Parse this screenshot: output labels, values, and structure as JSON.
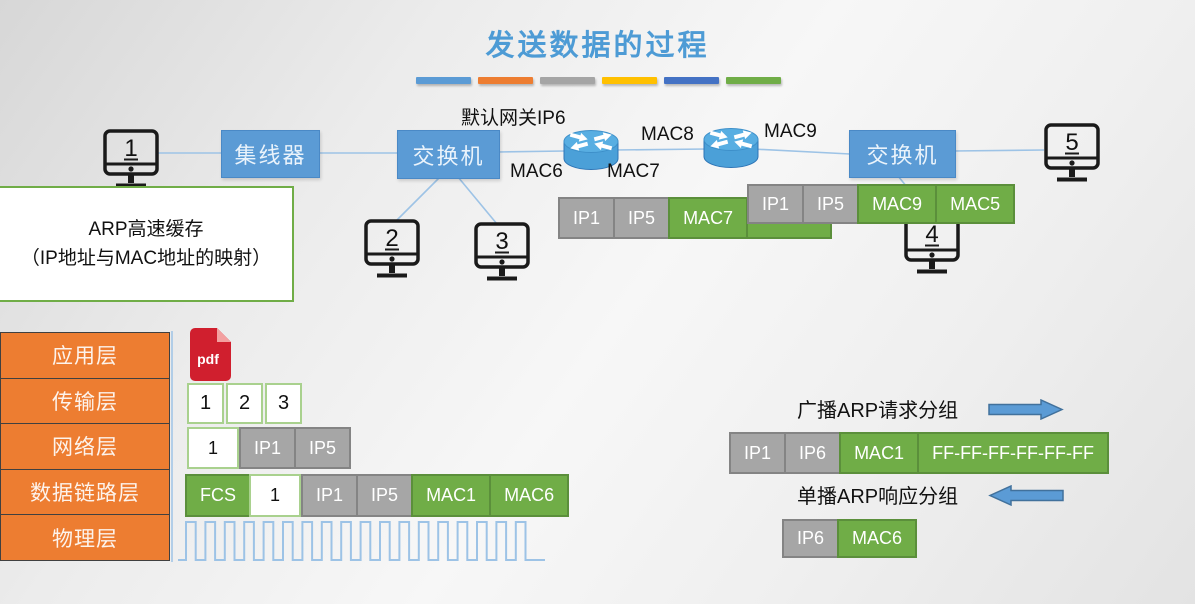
{
  "title": "发送数据的过程",
  "accent_bars": [
    "#5B9BD5",
    "#ED7D31",
    "#A5A5A5",
    "#FFC000",
    "#4472C4",
    "#70AD47"
  ],
  "topology": {
    "gateway_label": "默认网关IP6",
    "hub_label": "集线器",
    "switch1_label": "交换机",
    "switch2_label": "交换机",
    "mac_labels": {
      "mac6": "MAC6",
      "mac7": "MAC7",
      "mac8": "MAC8",
      "mac9": "MAC9"
    },
    "computers": [
      "1",
      "2",
      "3",
      "4",
      "5"
    ]
  },
  "arp_cache_box": {
    "line1": "ARP高速缓存",
    "line2": "（IP地址与MAC地址的映射）"
  },
  "frame_after_router1": {
    "cells": [
      {
        "label": "IP1",
        "type": "gray"
      },
      {
        "label": "IP5",
        "type": "gray"
      },
      {
        "label": "MAC7",
        "type": "green mac"
      },
      {
        "label": "",
        "type": "green wide"
      }
    ]
  },
  "frame_after_router2": {
    "cells": [
      {
        "label": "IP1",
        "type": "gray"
      },
      {
        "label": "IP5",
        "type": "gray"
      },
      {
        "label": "MAC9",
        "type": "green mac"
      },
      {
        "label": "MAC5",
        "type": "green mac"
      }
    ]
  },
  "layers": [
    "应用层",
    "传输层",
    "网络层",
    "数据链路层",
    "物理层"
  ],
  "pdf_icon_label": "pdf",
  "transport_segments": [
    "1",
    "2",
    "3"
  ],
  "network_frame": [
    {
      "label": "1",
      "type": "white"
    },
    {
      "label": "IP1",
      "type": "gray"
    },
    {
      "label": "IP5",
      "type": "gray"
    }
  ],
  "datalink_frame": [
    {
      "label": "FCS",
      "type": "green"
    },
    {
      "label": "1",
      "type": "white"
    },
    {
      "label": "IP1",
      "type": "gray"
    },
    {
      "label": "IP5",
      "type": "gray"
    },
    {
      "label": "MAC1",
      "type": "green mac"
    },
    {
      "label": "MAC6",
      "type": "green mac"
    }
  ],
  "arp_request": {
    "label": "广播ARP请求分组",
    "cells": [
      {
        "label": "IP1",
        "type": "gray"
      },
      {
        "label": "IP6",
        "type": "gray"
      },
      {
        "label": "MAC1",
        "type": "green mac"
      },
      {
        "label": "FF-FF-FF-FF-FF-FF",
        "type": "green mac"
      }
    ]
  },
  "arp_reply": {
    "label": "单播ARP响应分组",
    "cells": [
      {
        "label": "IP6",
        "type": "gray"
      },
      {
        "label": "MAC6",
        "type": "green mac"
      }
    ]
  },
  "colors": {
    "title_blue": "#4D9BD5",
    "node_blue": "#5B9BD5",
    "gray_cell": "#A6A6A6",
    "green_cell": "#70AD47",
    "orange_layer": "#ED7D31",
    "wave_blue": "#9DC3E6",
    "arrow_blue": "#5B9BD5",
    "pdf_red": "#D01F2E"
  }
}
